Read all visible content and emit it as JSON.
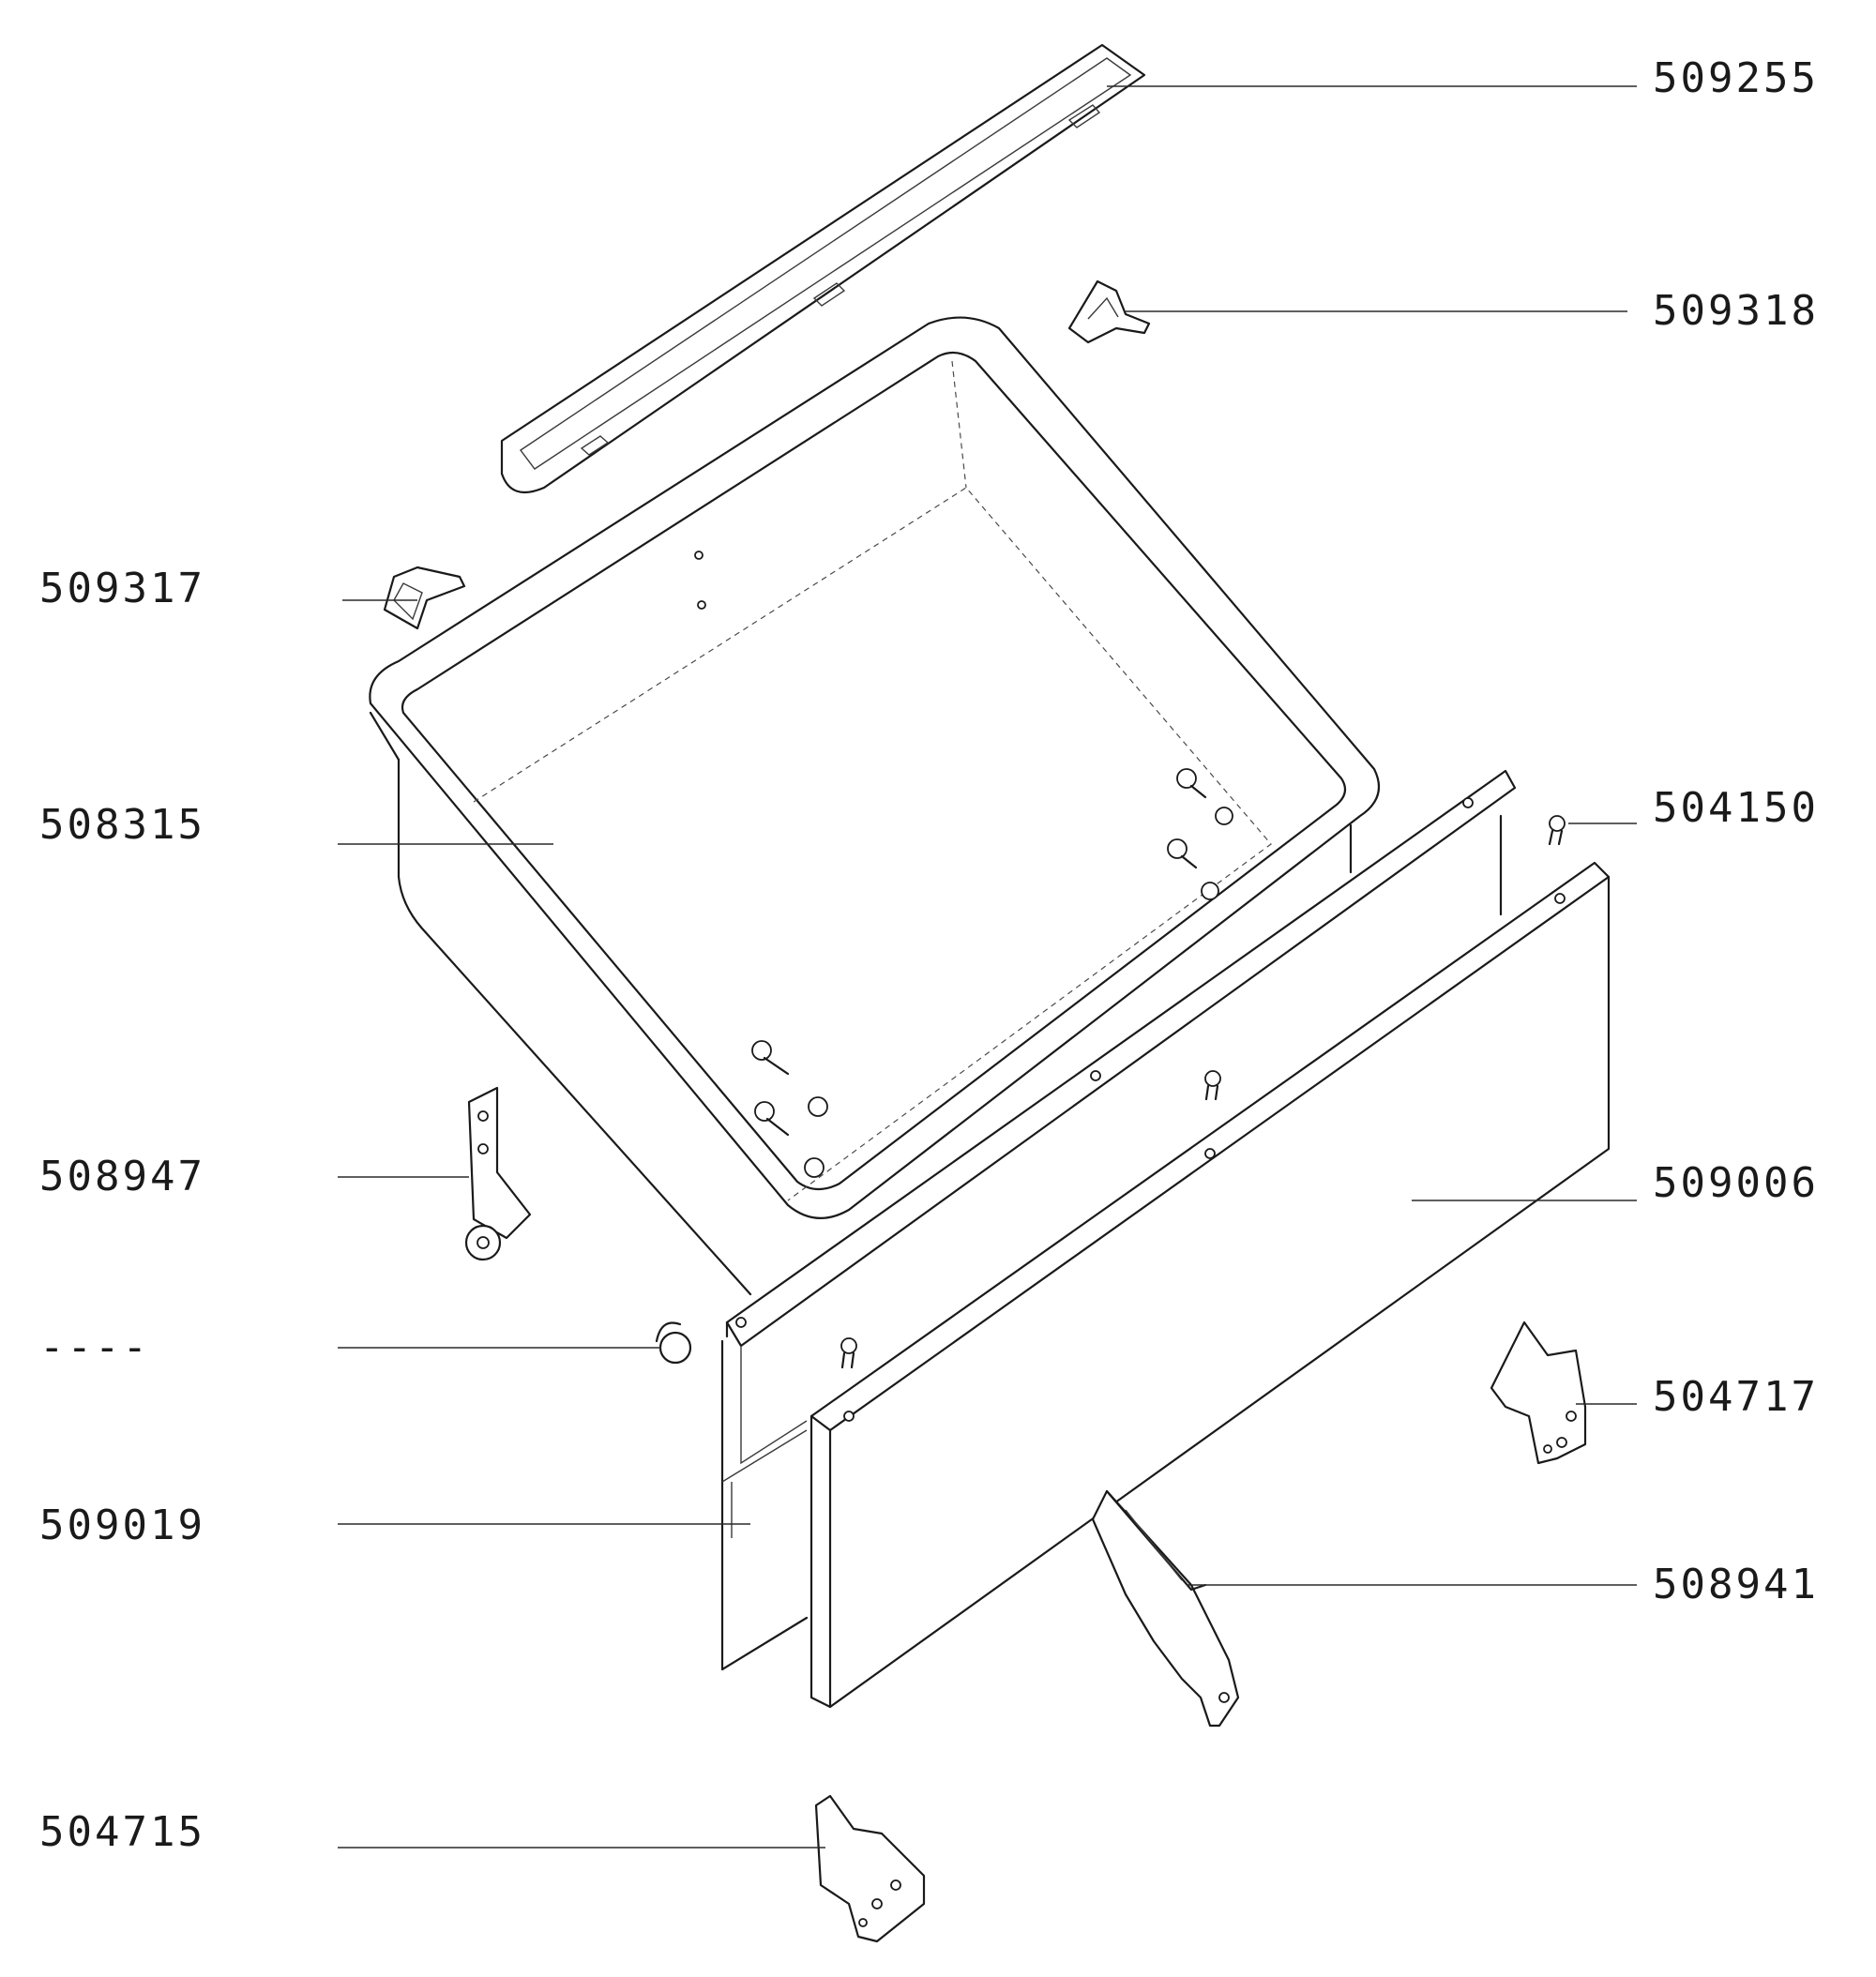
{
  "labels": {
    "p509255": "509255",
    "p509318": "509318",
    "p509317": "509317",
    "p508315": "508315",
    "p504150": "504150",
    "p508947": "508947",
    "p509006": "509006",
    "p_unnumbered": "----",
    "p504717": "504717",
    "p509019": "509019",
    "p508941": "508941",
    "p504715": "504715"
  }
}
